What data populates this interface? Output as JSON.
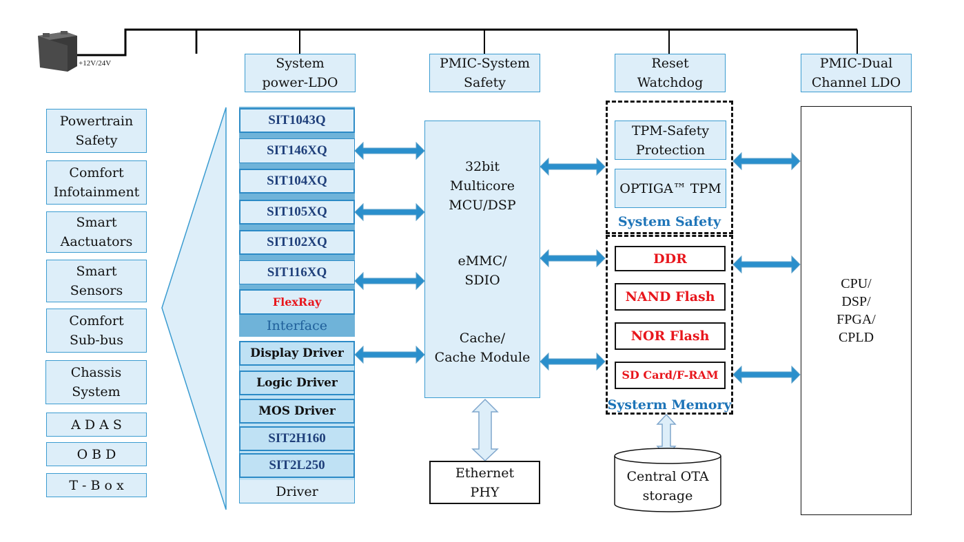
{
  "power_source": {
    "icon": "car-battery-icon",
    "voltage_label": "+12V/24V"
  },
  "power_blocks": [
    {
      "label_line1": "System",
      "label_line2": "power-LDO"
    },
    {
      "label_line1": "PMIC-System",
      "label_line2": "Safety"
    },
    {
      "label_line1": "Reset",
      "label_line2": "Watchdog"
    },
    {
      "label_line1": "PMIC-Dual",
      "label_line2": "Channel LDO"
    }
  ],
  "applications": [
    {
      "line1": "Powertrain",
      "line2": "Safety"
    },
    {
      "line1": "Comfort",
      "line2": "Infotainment"
    },
    {
      "line1": "Smart",
      "line2": "Aactuators"
    },
    {
      "line1": "Smart",
      "line2": "Sensors"
    },
    {
      "line1": "Comfort",
      "line2": "Sub-bus"
    },
    {
      "line1": "Chassis",
      "line2": "System"
    },
    {
      "line1": "A D A S",
      "line2": ""
    },
    {
      "line1": "O B D",
      "line2": ""
    },
    {
      "line1": "T - B o x",
      "line2": ""
    }
  ],
  "interface_group": {
    "title": "Interface",
    "chips": [
      "SIT1043Q",
      "SIT146XQ",
      "SIT104XQ",
      "SIT105XQ",
      "SIT102XQ",
      "SIT116XQ",
      "FlexRay"
    ]
  },
  "driver_group": {
    "title": "Driver",
    "chips": [
      "Display Driver",
      "Logic Driver",
      "MOS Driver",
      "SIT2H160",
      "SIT2L250"
    ]
  },
  "mcu": {
    "core_line1": "32bit",
    "core_line2": "Multicore",
    "core_line3": "MCU/DSP",
    "storage_line1": "eMMC/",
    "storage_line2": "SDIO",
    "cache_line1": "Cache/",
    "cache_line2": "Cache Module"
  },
  "ethernet": {
    "line1": "Ethernet",
    "line2": "PHY"
  },
  "system_safety": {
    "caption": "System Safety",
    "items": [
      {
        "line1": "TPM-Safety",
        "line2": "Protection"
      },
      {
        "line1": "OPTIGA™ TPM",
        "line2": ""
      }
    ]
  },
  "system_memory": {
    "caption": "Systerm Memory",
    "items": [
      "DDR",
      "NAND Flash",
      "NOR Flash",
      "SD Card/F-RAM"
    ]
  },
  "ota_storage": {
    "line1": "Central OTA",
    "line2": "storage"
  },
  "processor": {
    "lines": [
      "CPU/",
      "DSP/",
      "FPGA/",
      "CPLD"
    ]
  },
  "colors": {
    "box_fill": "#ddeef9",
    "box_border": "#3a9bd0",
    "arrow": "#2a8fcc",
    "highlight_text": "#e8161c",
    "caption_text": "#1d74b8",
    "chip_text": "#1f3f7a"
  }
}
